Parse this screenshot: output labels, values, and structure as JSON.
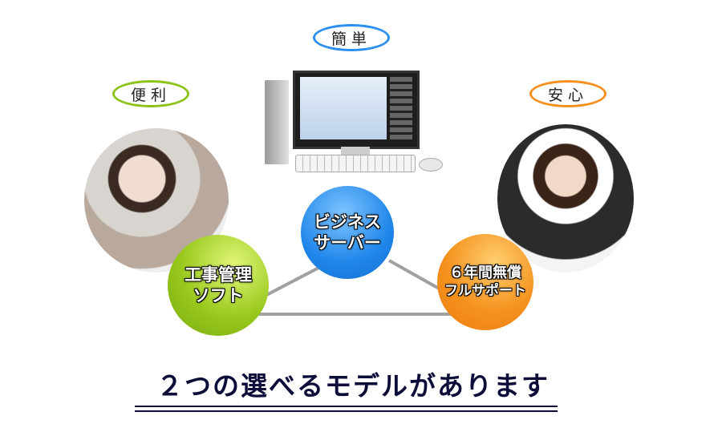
{
  "labels": {
    "easy": "簡単",
    "convenient": "便利",
    "secure": "安心"
  },
  "circles": {
    "server": [
      "ビジネス",
      "サーバー"
    ],
    "software": [
      "工事管理",
      "ソフト"
    ],
    "support": [
      "６年間無償",
      "フルサポート"
    ]
  },
  "title": "２つの選べるモデルがあります",
  "colors": {
    "blue": "#2a8ff0",
    "green": "#8cc21a",
    "orange": "#f5901e",
    "navy": "#0d0d3a"
  }
}
